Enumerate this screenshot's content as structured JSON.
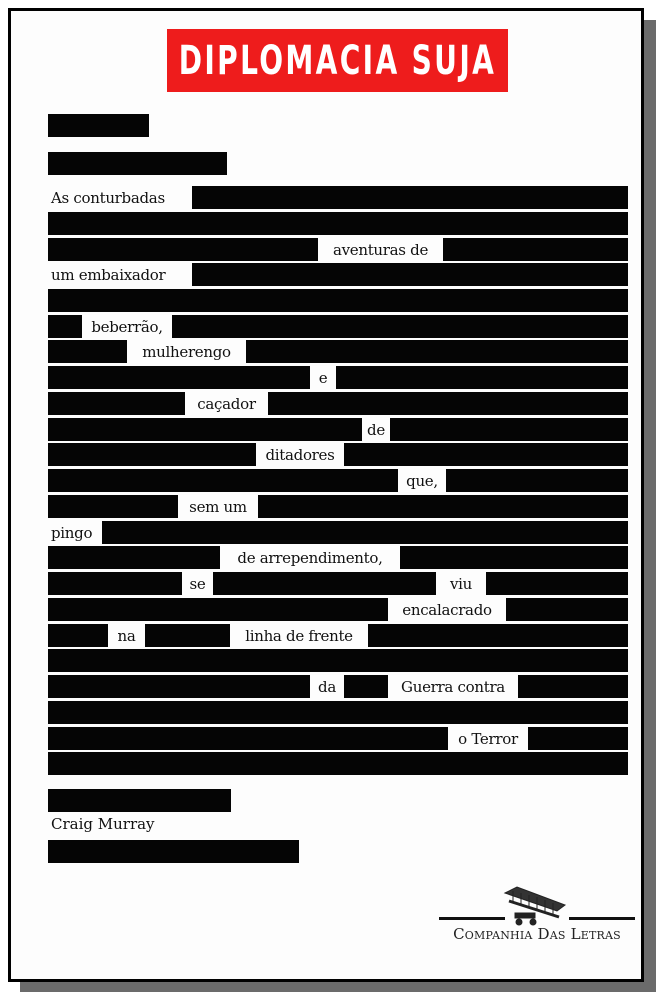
{
  "title": "DIPLOMACIA SUJA",
  "colors": {
    "title_bg": "#ee1c1c",
    "bars": "#050505",
    "title_text": "#ffffff"
  },
  "redacted_text": {
    "words": [
      "As conturbadas",
      "aventuras de",
      "um embaixador",
      "beberrão,",
      "mulherengo",
      "e",
      "caçador",
      "de",
      "ditadores",
      "que,",
      "sem um",
      "pingo",
      "de arrependimento,",
      "se",
      "viu",
      "encalacrado",
      "na",
      "linha de frente",
      "da",
      "Guerra contra",
      "o Terror"
    ]
  },
  "author": "Craig Murray",
  "publisher": "Companhia Das Letras"
}
